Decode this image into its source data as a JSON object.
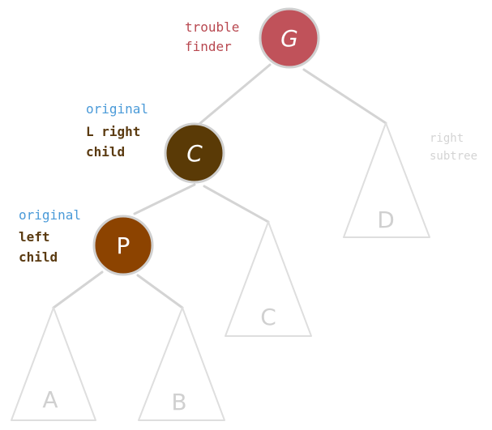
{
  "colors": {
    "node_g": "#c0525a",
    "node_c": "#5a3a06",
    "node_p": "#8c4300",
    "label_red": "#b84850",
    "label_blue": "#4a9ad8",
    "label_brown": "#5a3a10",
    "faded": "#d9d9d9",
    "edge": "#d4d4d4",
    "ring": "#d0d0d0"
  },
  "nodes": {
    "g": {
      "letter": "G"
    },
    "c": {
      "letter": "C"
    },
    "p": {
      "letter": "P"
    }
  },
  "subtrees": {
    "d": {
      "letter": "D"
    },
    "c": {
      "letter": "C"
    },
    "a": {
      "letter": "A"
    },
    "b": {
      "letter": "B"
    }
  },
  "labels": {
    "trouble_finder": {
      "line1": "trouble",
      "line2": "finder"
    },
    "right_child": {
      "original": "original",
      "line1": "L right",
      "line2": "child"
    },
    "left_child": {
      "original": "original",
      "line1": "left",
      "line2": "child"
    },
    "right_subtree": {
      "line1": "right",
      "line2": "subtree"
    }
  }
}
